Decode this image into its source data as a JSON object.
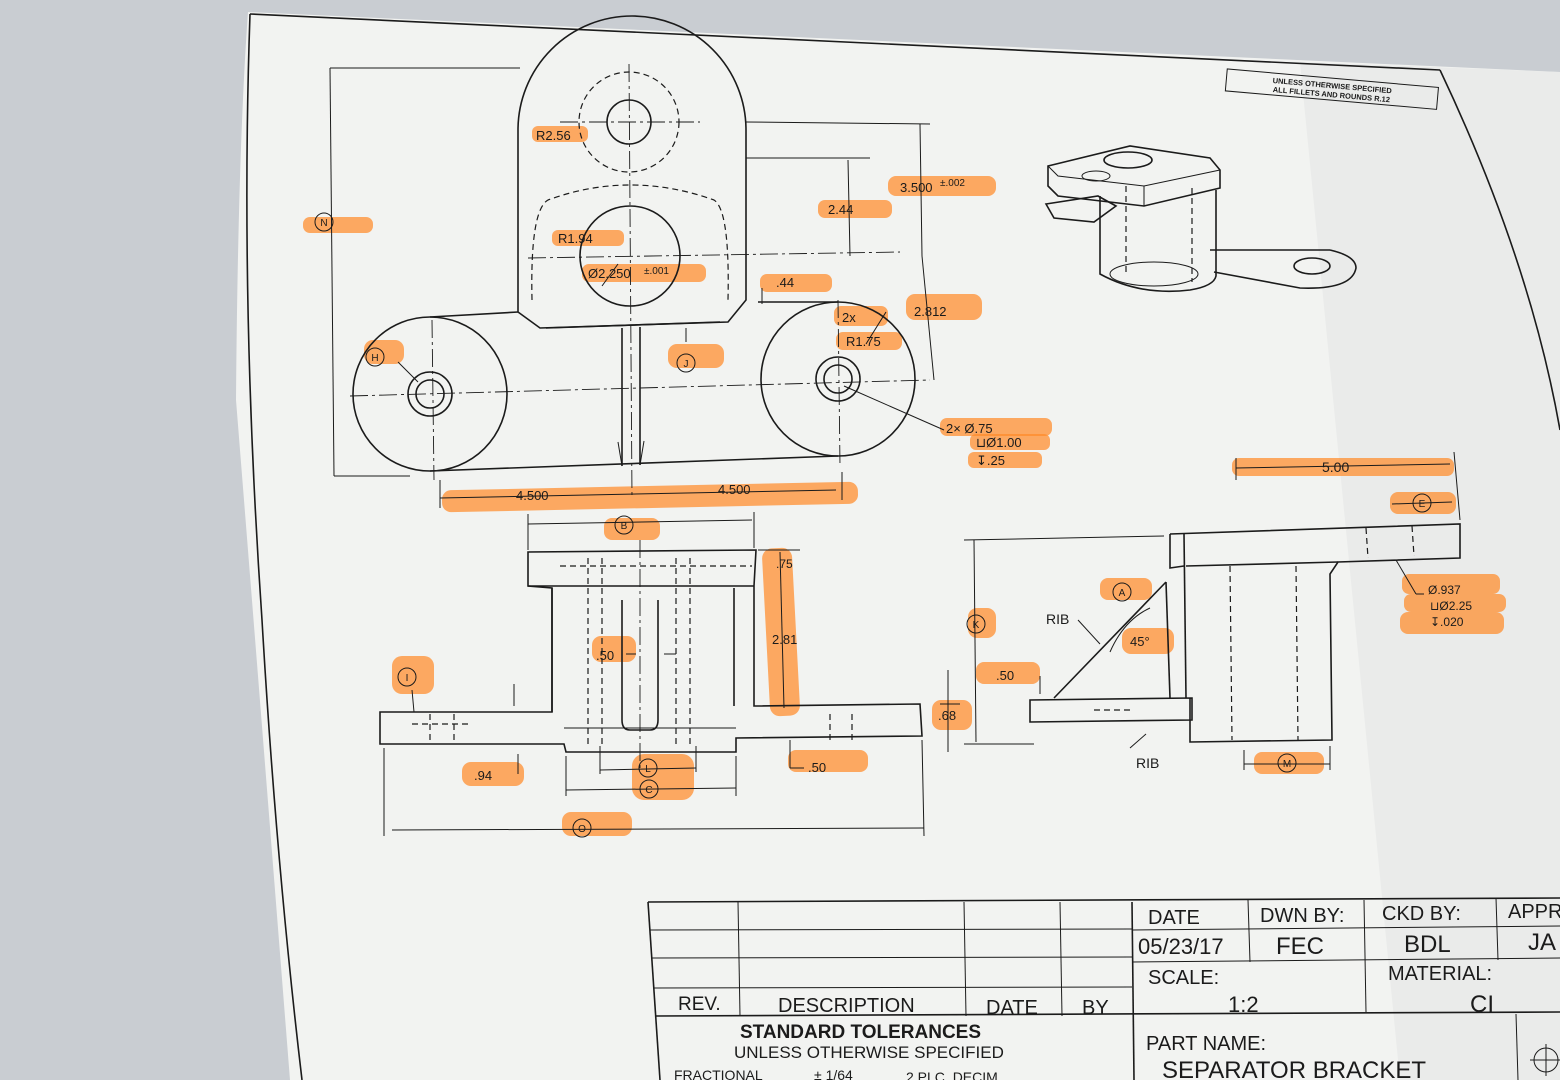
{
  "note": {
    "line1": "UNLESS OTHERWISE SPECIFIED",
    "line2": "ALL FILLETS AND ROUNDS R.12"
  },
  "top_view_dims": {
    "r256": "R2.56",
    "r194": "R1.94",
    "dia2250": "Ø2.250",
    "dia2250_tol": "±.001",
    "d244": "2.44",
    "d3500": "3.500",
    "d3500_tol": "±.002",
    "d44": ".44",
    "twox": "2x",
    "r175": "R1.75",
    "d2812": "2.812",
    "hole_dia": "2× Ø.75",
    "hole_cbore": "⊔Ø1.00",
    "hole_depth": "↧.25",
    "d4500_left": "4.500",
    "d4500_right": "4.500"
  },
  "front_view_dims": {
    "d75": ".75",
    "d281": "2.81",
    "d50a": ".50",
    "d68": ".68",
    "d94": ".94",
    "d50b": ".50"
  },
  "side_view_dims": {
    "d500": "5.00",
    "cb_dia": "Ø.937",
    "cb_cbore": "⊔Ø2.25",
    "cb_depth": "↧.020",
    "angle45": "45°",
    "d50c": ".50",
    "rib_top": "RIB",
    "rib_bottom": "RIB"
  },
  "callouts": {
    "A": "A",
    "B": "B",
    "C": "C",
    "E": "E",
    "H": "H",
    "I": "I",
    "J": "J",
    "K": "K",
    "L": "L",
    "M": "M",
    "N": "N",
    "O": "O"
  },
  "title_block": {
    "rev_label": "REV.",
    "description_label": "DESCRIPTION",
    "date_col_label": "DATE",
    "by_label": "BY",
    "date_label": "DATE",
    "date_value": "05/23/17",
    "dwn_label": "DWN BY:",
    "dwn_value": "FEC",
    "ckd_label": "CKD BY:",
    "ckd_value": "BDL",
    "appr_label": "APPR",
    "appr_value": "JA",
    "scale_label": "SCALE:",
    "scale_value": "1:2",
    "material_label": "MATERIAL:",
    "material_value": "CI",
    "std_tol_title": "STANDARD TOLERANCES",
    "std_tol_sub": "UNLESS OTHERWISE SPECIFIED",
    "fractional_label": "FRACTIONAL",
    "fractional_value": "± 1/64",
    "place_dec": "2 PLC. DECIM",
    "part_name_label": "PART NAME:",
    "part_name_value": "SEPARATOR BRACKET"
  },
  "colors": {
    "highlighter": "#ff8a2a",
    "ink": "#1b1b1b",
    "paper": "#f2f3f1",
    "backdrop": "#c9cdd2"
  }
}
